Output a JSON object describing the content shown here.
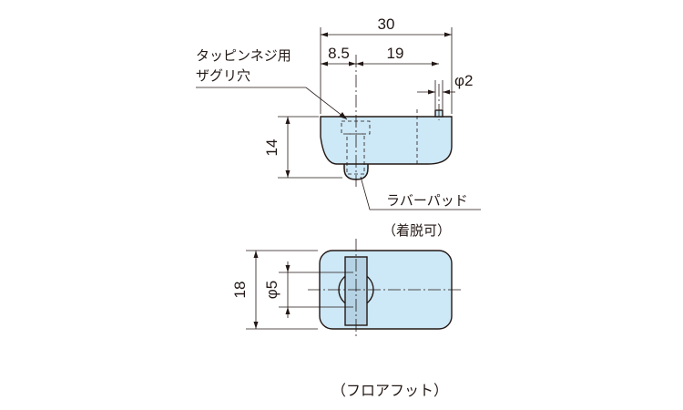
{
  "figure": {
    "caption": "（フロアフット）",
    "dimensions": {
      "overall_length": "30",
      "hole_offset": "8.5",
      "pin_offset": "19",
      "pin_diameter": "φ2",
      "height": "14",
      "width": "18",
      "hole_diameter": "φ5"
    },
    "labels": {
      "tapping_screw_line1": "タッピンネジ用",
      "tapping_screw_line2": "ザグリ穴",
      "rubber_pad": "ラバーパッド",
      "removable": "（着脱可）"
    }
  }
}
